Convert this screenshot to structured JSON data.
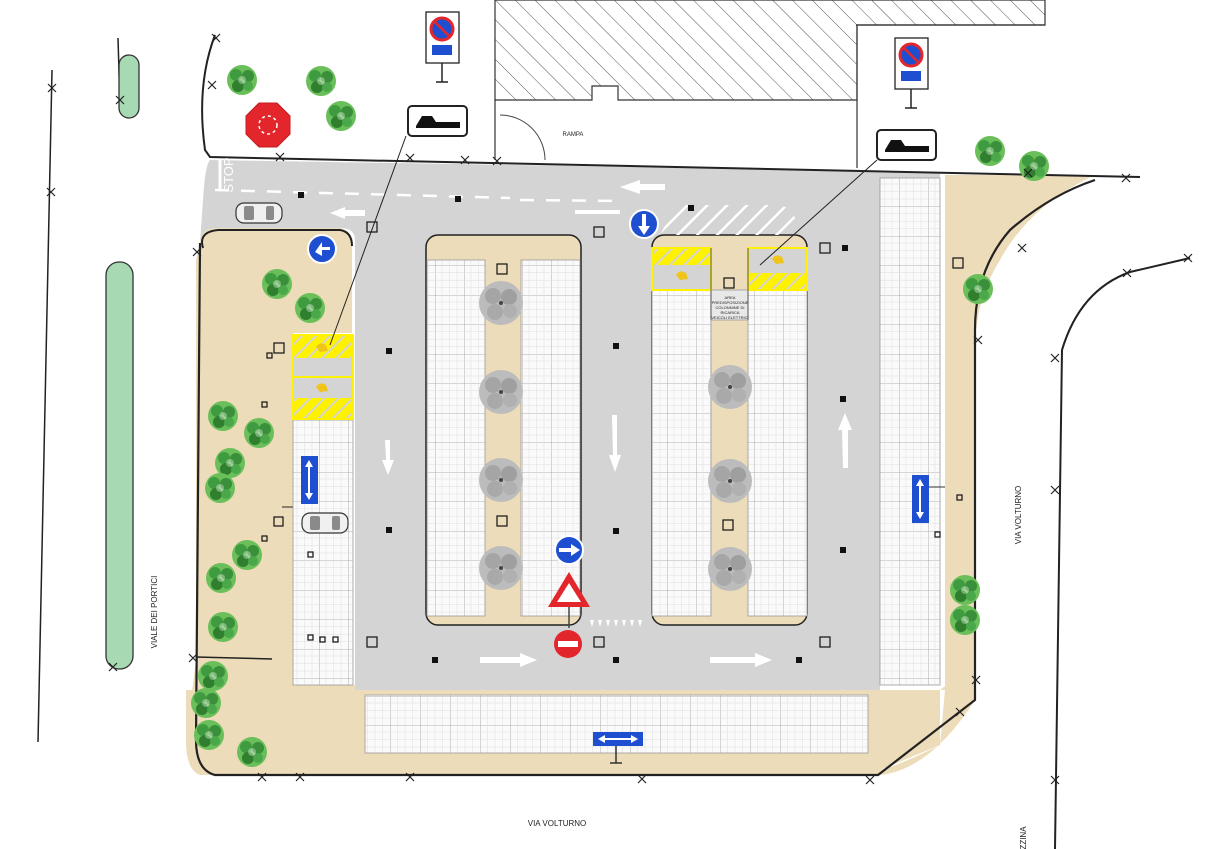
{
  "labels": {
    "rampa": "RAMPA",
    "stop": "STOP",
    "via_volturno_bottom": "VIA VOLTURNO",
    "via_volturno_right": "VIA VOLTURNO",
    "viale_dei_portici": "VIALE DEI PORTICI",
    "partial_street": "ZZINA",
    "ev_area_lines": [
      "AREA",
      "PREDISPOSIZIONE",
      "COLONNINE DI",
      "RICARICA",
      "VEICOLI ELETTRICI"
    ]
  },
  "colors": {
    "pavement": "#d4d4d4",
    "green_area": "#eddcb9",
    "parking_grid": "#b3b3b3",
    "disabled_bay_yellow": "#fff200",
    "sign_blue": "#1f4fd1",
    "sign_red": "#e3262c",
    "tree_green": "#3f9b3f",
    "tree_gray": "#b5b5b5",
    "hedge_green": "#a7d9b3"
  },
  "icons": [
    "stop-sign-icon",
    "no-parking-sign-icon",
    "tow-away-sign-icon",
    "keep-right-sign-icon",
    "mandatory-direction-sign-icon",
    "give-way-sign-icon",
    "no-entry-sign-icon",
    "disabled-parking-icon",
    "tree-icon",
    "car-icon",
    "arrow-icon"
  ]
}
